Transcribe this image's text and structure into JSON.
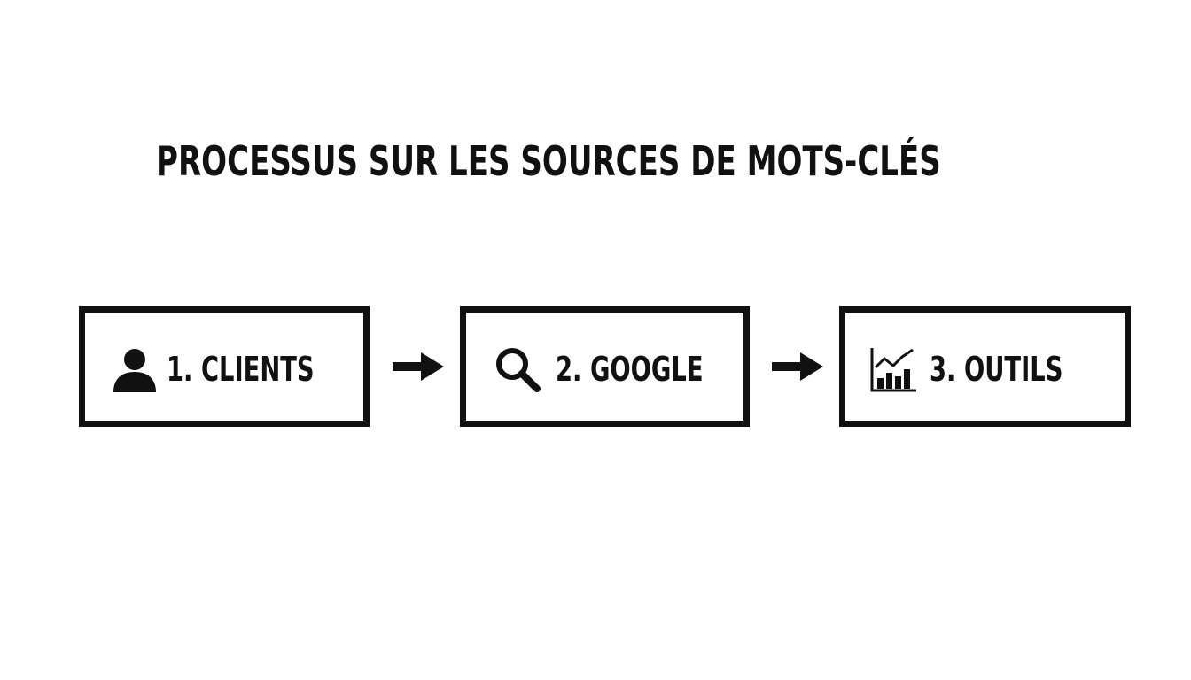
{
  "title": "PROCESSUS SUR LES SOURCES DE MOTS-CLÉS",
  "steps": [
    {
      "label": "1. CLIENTS",
      "icon": "user-icon"
    },
    {
      "label": "2. GOOGLE",
      "icon": "search-icon"
    },
    {
      "label": "3. OUTILS",
      "icon": "chart-icon"
    }
  ],
  "connectors": [
    {
      "icon": "arrow-right-icon"
    },
    {
      "icon": "arrow-right-icon"
    }
  ],
  "colors": {
    "background": "#ffffff",
    "ink": "#111111"
  }
}
